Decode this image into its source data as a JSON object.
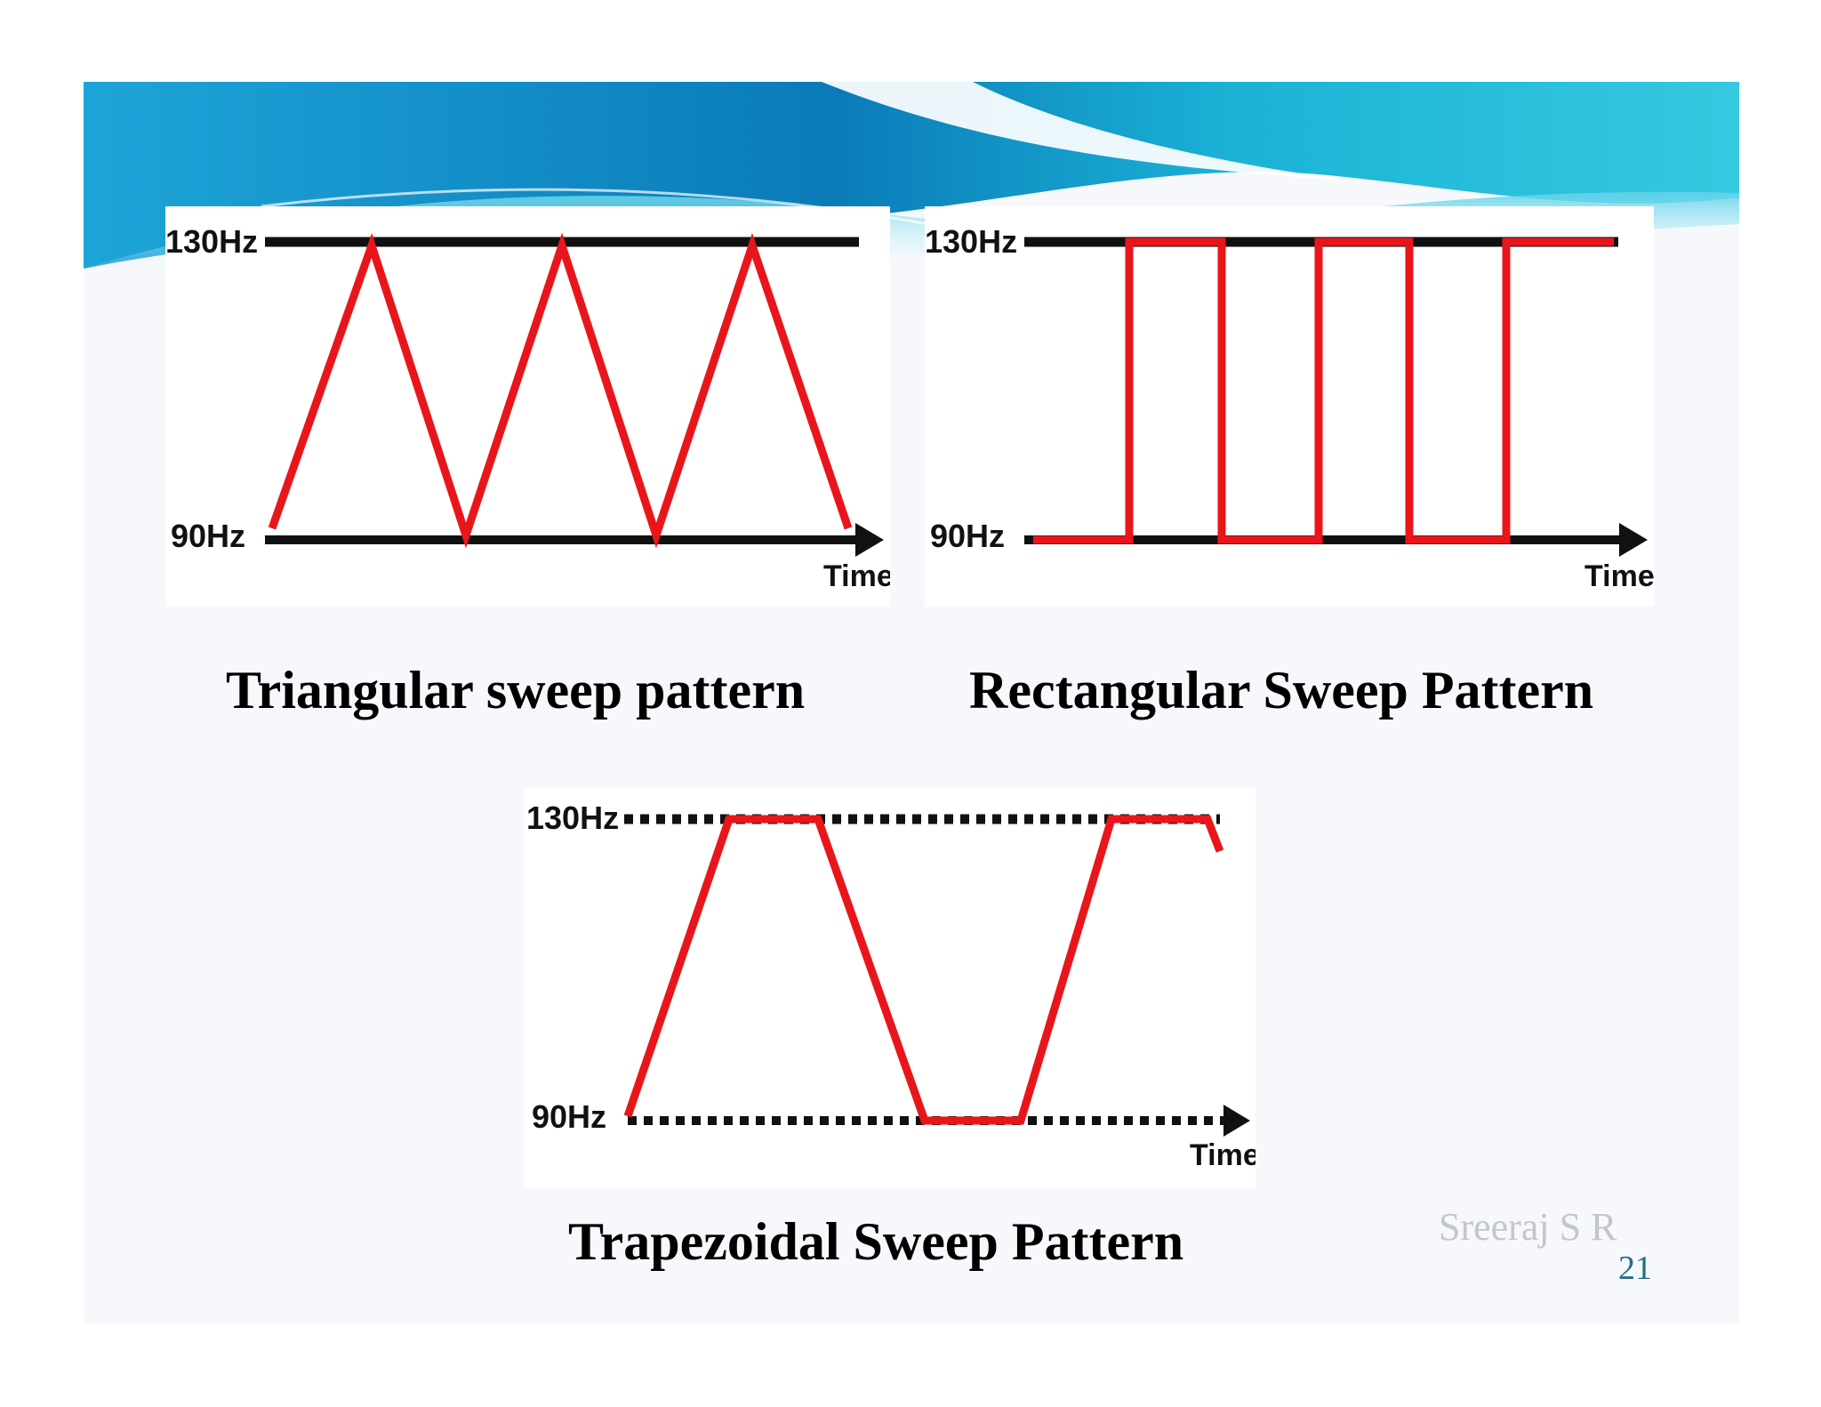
{
  "diagrams": {
    "triangular": {
      "caption": "Triangular sweep pattern",
      "top_label": "130Hz",
      "bottom_label": "90Hz",
      "axis_label": "Time",
      "top_line": "solid",
      "bottom_line": "solid arrow",
      "waveform": "triangle",
      "cycles": 3
    },
    "rectangular": {
      "caption": "Rectangular Sweep Pattern",
      "top_label": "130Hz",
      "bottom_label": "90Hz",
      "axis_label": "Time",
      "top_line": "solid",
      "bottom_line": "solid arrow",
      "waveform": "square"
    },
    "trapezoidal": {
      "caption": "Trapezoidal Sweep Pattern",
      "top_label": "130Hz",
      "bottom_label": "90Hz",
      "axis_label": "Time",
      "top_line": "dotted",
      "bottom_line": "dotted arrow",
      "waveform": "trapezoid"
    }
  },
  "footer": {
    "author": "Sreeraj S R",
    "page_number": "21"
  },
  "colors": {
    "waveform": "#e8161b",
    "axis": "#111111",
    "banner_dark": "#0a7bb8",
    "banner_light": "#19c1dc",
    "page_number": "#1f6f86",
    "author": "#c3c6ca"
  }
}
